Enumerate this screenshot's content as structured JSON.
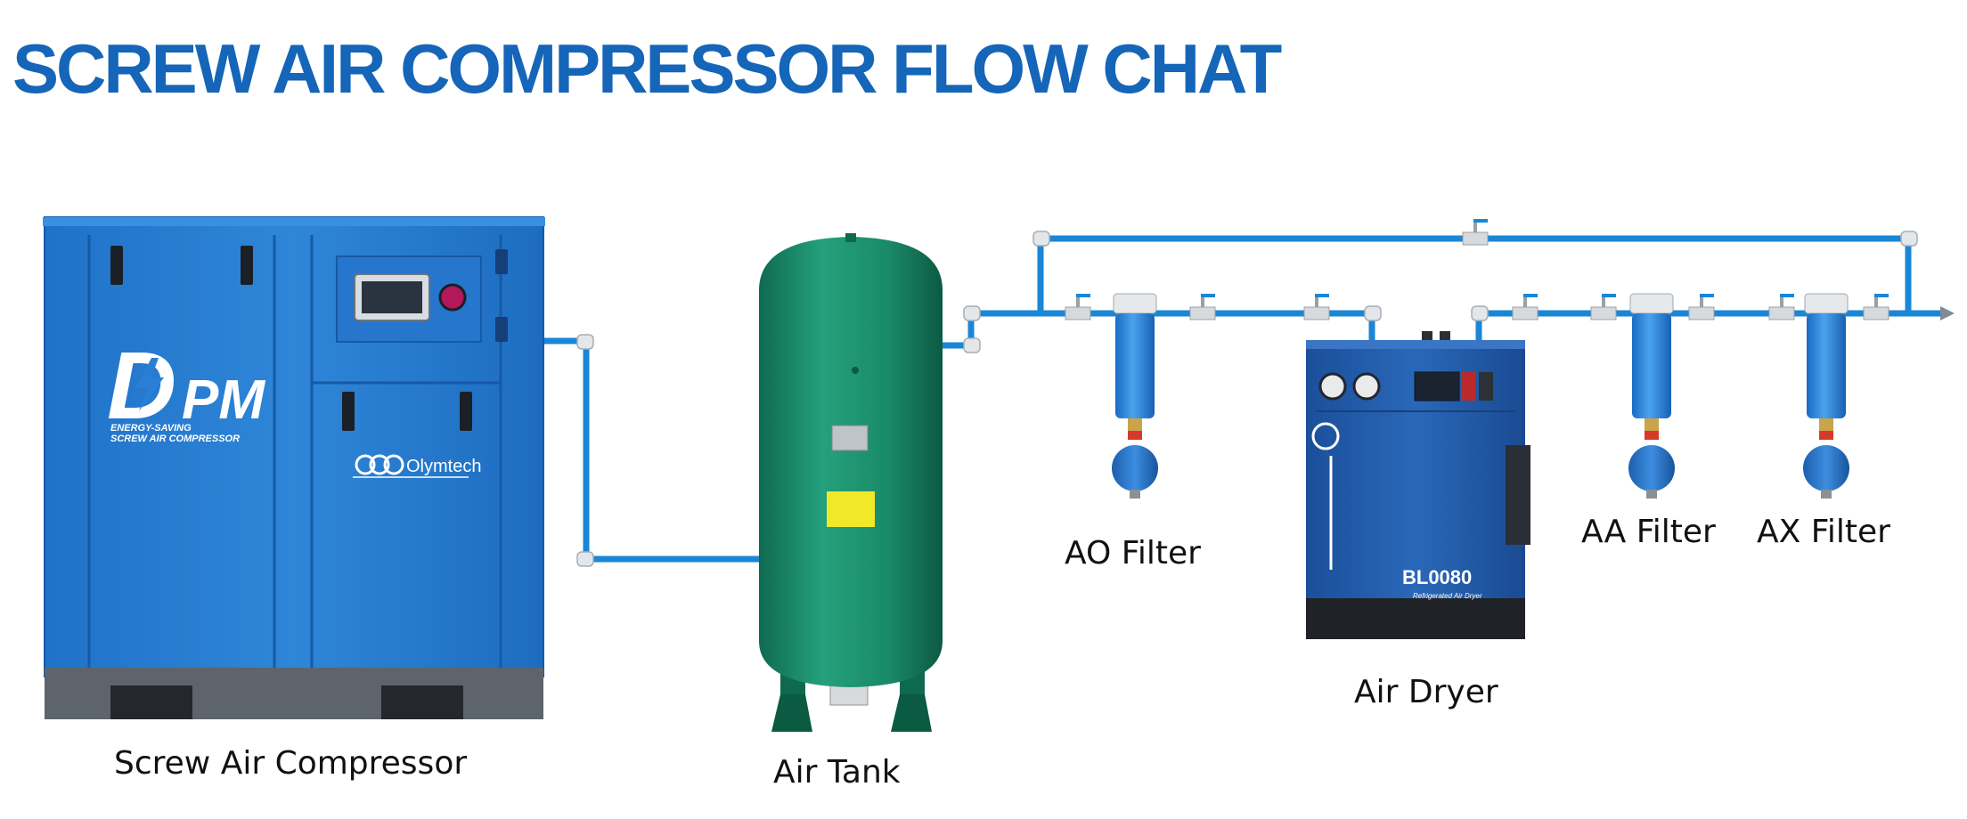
{
  "title": "SCREW AIR COMPRESSOR FLOW CHAT",
  "labels": {
    "compressor": "Screw Air Compressor",
    "air_tank": "Air Tank",
    "ao_filter": "AO Filter",
    "air_dryer": "Air Dryer",
    "aa_filter": "AA Filter",
    "ax_filter": "AX Filter"
  },
  "compressor": {
    "brand_logo": "DPM",
    "tagline_1": "ENERGY-SAVING",
    "tagline_2": "SCREW AIR COMPRESSOR",
    "maker": "Olymtech"
  },
  "dryer": {
    "model": "BL0080",
    "subtitle": "Refrigerated Air Dryer"
  },
  "colors": {
    "title": "#1565b8",
    "compressor_body": "#2a7fd4",
    "tank": "#1e8a6a",
    "pipe": "#1a86d6",
    "filter": "#2d86d8",
    "dryer": "#2158a8"
  }
}
